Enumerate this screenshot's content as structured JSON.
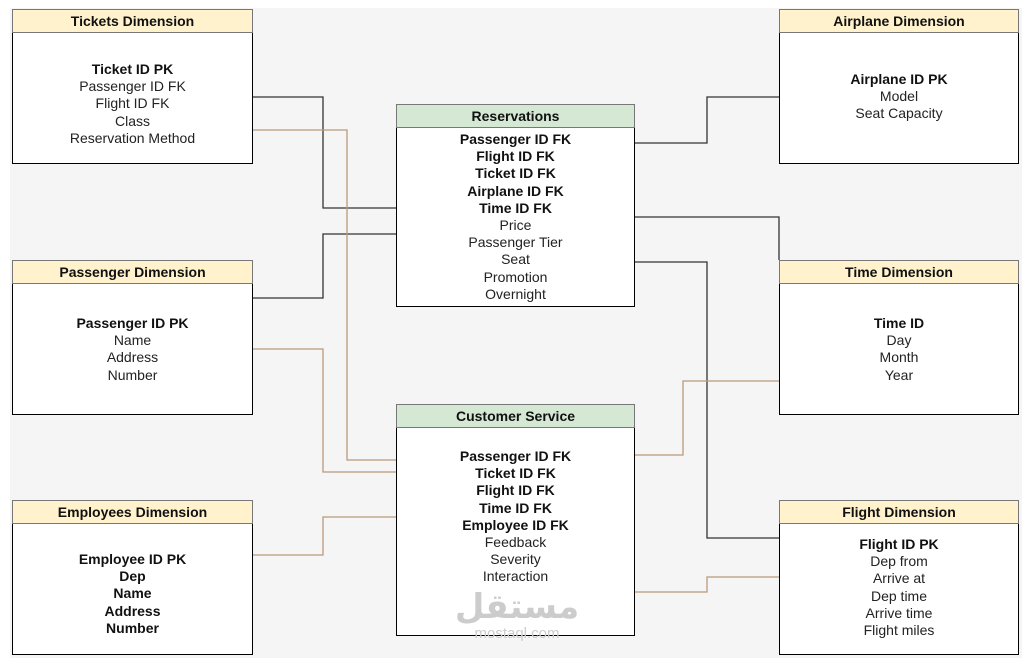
{
  "entities": {
    "tickets": {
      "title": "Tickets Dimension",
      "fields": [
        "Ticket ID PK",
        "Passenger ID FK",
        "Flight ID FK",
        "Class",
        "Reservation Method"
      ]
    },
    "passenger": {
      "title": "Passenger Dimension",
      "fields": [
        "Passenger ID PK",
        "Name",
        "Address",
        "Number"
      ]
    },
    "employees": {
      "title": "Employees Dimension",
      "fields": [
        "Employee ID PK",
        "Dep",
        "Name",
        "Address",
        "Number"
      ]
    },
    "reservations": {
      "title": "Reservations",
      "fields": [
        "Passenger ID FK",
        "Flight ID FK",
        "Ticket ID FK",
        "Airplane ID FK",
        "Time ID FK",
        "Price",
        "Passenger Tier",
        "Seat",
        "Promotion",
        "Overnight"
      ]
    },
    "customer_service": {
      "title": "Customer Service",
      "fields": [
        "Passenger ID FK",
        "Ticket ID FK",
        "Flight ID FK",
        "Time ID FK",
        "Employee ID FK",
        "Feedback",
        "Severity",
        "Interaction"
      ]
    },
    "airplane": {
      "title": "Airplane Dimension",
      "fields": [
        "Airplane ID PK",
        "Model",
        "Seat Capacity"
      ]
    },
    "time": {
      "title": "Time Dimension",
      "fields": [
        "Time ID",
        "Day",
        "Month",
        "Year"
      ]
    },
    "flight": {
      "title": "Flight Dimension",
      "fields": [
        "Flight ID PK",
        "Dep from",
        "Arrive at",
        "Dep time",
        "Arrive time",
        "Flight miles"
      ]
    }
  },
  "colors": {
    "dimension_header": "#fff2cc",
    "fact_header": "#d5e8d4",
    "link_reservations": "#333333",
    "link_customer_service": "#b89a7c"
  },
  "watermark": {
    "arabic": "مستقل",
    "latin": "mostaql.com"
  }
}
